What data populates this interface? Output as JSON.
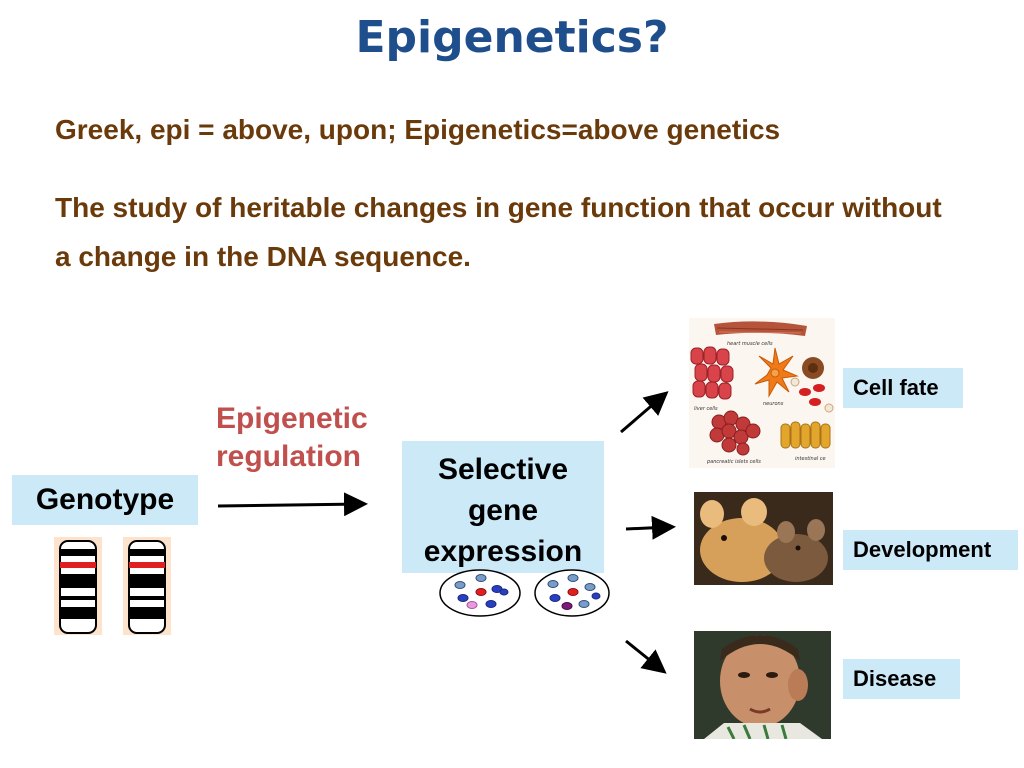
{
  "title": "Epigenetics?",
  "definition_line1": "Greek, epi = above, upon; Epigenetics=above genetics",
  "definition_line2": "The study of heritable changes in gene function that occur without a change in the DNA sequence.",
  "genotype_label": "Genotype",
  "epigenetic_label": "Epigenetic regulation",
  "selective_label": "Selective gene expression",
  "outcomes": {
    "cell_fate": "Cell fate",
    "development": "Development",
    "disease": "Disease"
  },
  "cell_image_labels": {
    "heart": "heart muscle cells",
    "neurons": "neurons",
    "liver": "liver cells",
    "pancreatic": "pancreatic islets cells",
    "intestinal": "intestinal ce"
  },
  "colors": {
    "title": "#1f4e8c",
    "text_brown": "#6b3a0b",
    "box_blue": "#cce9f8",
    "epigenetic_red": "#c0504d"
  }
}
